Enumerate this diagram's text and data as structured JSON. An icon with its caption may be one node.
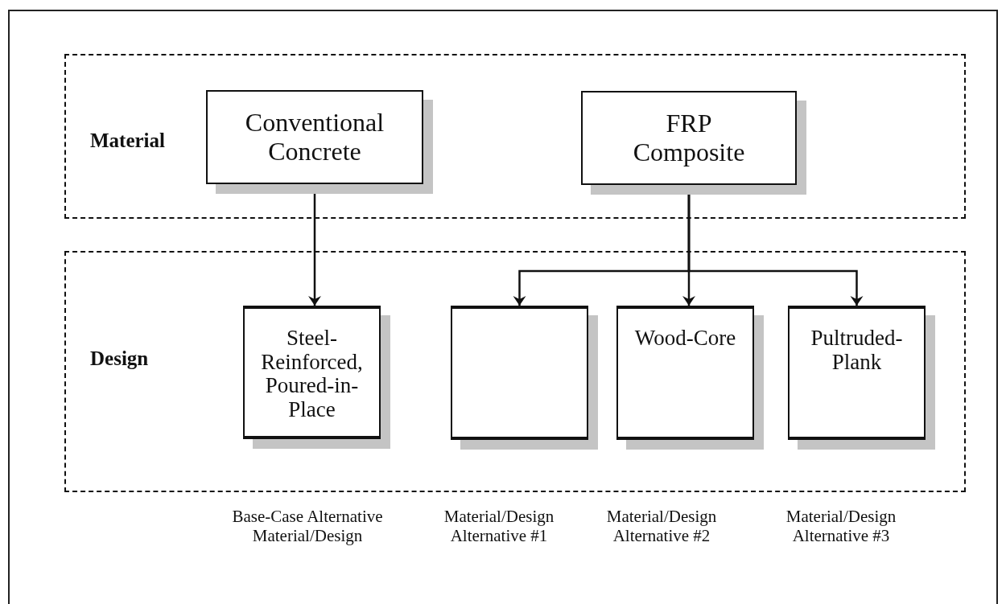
{
  "diagram": {
    "nodes": [
      {
        "text": [
          "Material"
        ]
      },
      {
        "text": [
          "Conventional Concrete"
        ],
        "in": 0
      },
      {
        "text": [
          "FRP Composite"
        ],
        "in": 0
      },
      {
        "text": [
          "Design"
        ]
      },
      {
        "text": [
          "Steel-Reinforced, Poured-in-Place"
        ],
        "in": 3
      },
      {
        "text": [],
        "shape": "box",
        "in": 3
      },
      {
        "text": [
          "Wood-Core"
        ],
        "in": 3
      },
      {
        "text": [
          "Pultruded-Plank"
        ],
        "in": 3
      }
    ],
    "edges": [
      {
        "from": 1,
        "to": 4,
        "arrow": "to"
      },
      {
        "from": 2,
        "to": 5,
        "arrow": "to"
      },
      {
        "from": 2,
        "to": 6,
        "arrow": "to"
      },
      {
        "from": 2,
        "to": 7,
        "arrow": "to"
      }
    ],
    "labels": [
      "Base-Case Alternative Material/Design",
      "Material/Design Alternative #1",
      "Material/Design Alternative #2",
      "Material/Design Alternative #3"
    ]
  }
}
